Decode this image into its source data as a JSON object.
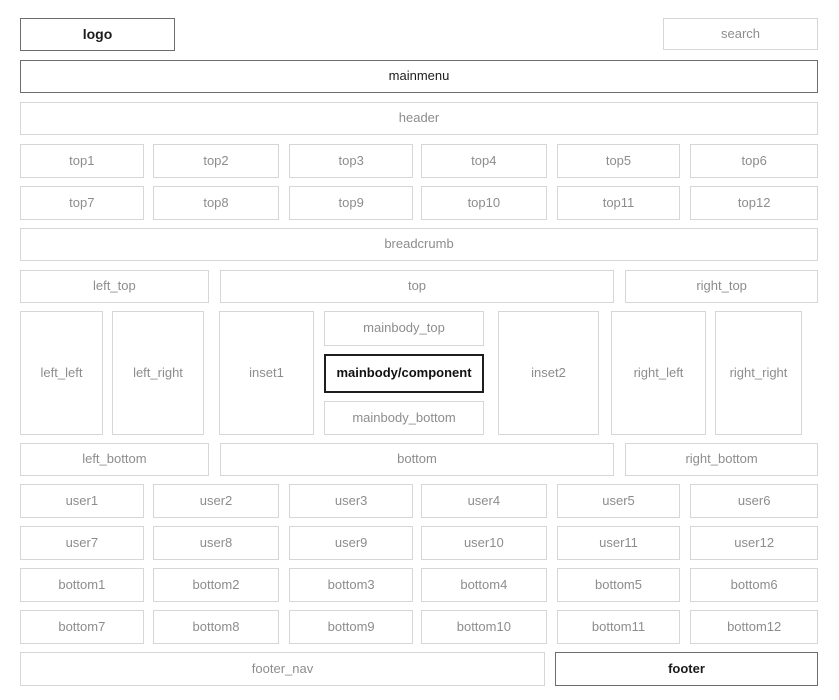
{
  "colors": {
    "border_light": "#d6d6d6",
    "border_dark": "#6d6d6d",
    "border_active": "#1e1e1e",
    "text_light": "#8d8d8d",
    "text_dark": "#1c1c1c",
    "background": "#ffffff"
  },
  "header": {
    "logo": "logo",
    "search": "search",
    "mainmenu": "mainmenu",
    "header": "header"
  },
  "top_modules": {
    "row1": [
      "top1",
      "top2",
      "top3",
      "top4",
      "top5",
      "top6"
    ],
    "row2": [
      "top7",
      "top8",
      "top9",
      "top10",
      "top11",
      "top12"
    ]
  },
  "breadcrumb": "breadcrumb",
  "upper_three": {
    "left": "left_top",
    "center": "top",
    "right": "right_top"
  },
  "mainbody": {
    "left_left": "left_left",
    "left_right": "left_right",
    "inset1": "inset1",
    "mainbody_top": "mainbody_top",
    "component": "mainbody/component",
    "mainbody_bottom": "mainbody_bottom",
    "inset2": "inset2",
    "right_left": "right_left",
    "right_right": "right_right"
  },
  "lower_three": {
    "left": "left_bottom",
    "center": "bottom",
    "right": "right_bottom"
  },
  "user_modules": {
    "row1": [
      "user1",
      "user2",
      "user3",
      "user4",
      "user5",
      "user6"
    ],
    "row2": [
      "user7",
      "user8",
      "user9",
      "user10",
      "user11",
      "user12"
    ]
  },
  "bottom_modules": {
    "row1": [
      "bottom1",
      "bottom2",
      "bottom3",
      "bottom4",
      "bottom5",
      "bottom6"
    ],
    "row2": [
      "bottom7",
      "bottom8",
      "bottom9",
      "bottom10",
      "bottom11",
      "bottom12"
    ]
  },
  "footer": {
    "nav": "footer_nav",
    "main": "footer"
  }
}
